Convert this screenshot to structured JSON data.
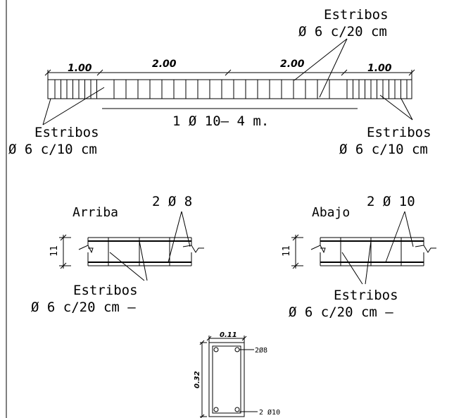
{
  "beam": {
    "dims": [
      "1.00",
      "2.00",
      "2.00",
      "1.00"
    ],
    "stirrups_top": [
      "Estribos",
      "Ø 6 c/20 cm"
    ],
    "stirrups_left": [
      "Estribos",
      "Ø 6 c/10 cm"
    ],
    "stirrups_right": [
      "Estribos",
      "Ø 6 c/10 cm"
    ],
    "rebar": "1 Ø 10— 4 m."
  },
  "top_detail": {
    "label": "Arriba",
    "bars": "2 Ø 8",
    "height": "11",
    "stirrups": [
      "Estribos",
      "Ø 6 c/20 cm —"
    ]
  },
  "bottom_detail": {
    "label": "Abajo",
    "bars": "2 Ø 10",
    "height": "11",
    "stirrups": [
      "Estribos",
      "Ø 6 c/20 cm —"
    ]
  },
  "section": {
    "width": "0.11",
    "height": "0.32",
    "top_bars": "2Ø8",
    "bottom_bars": "2 Ø10"
  }
}
